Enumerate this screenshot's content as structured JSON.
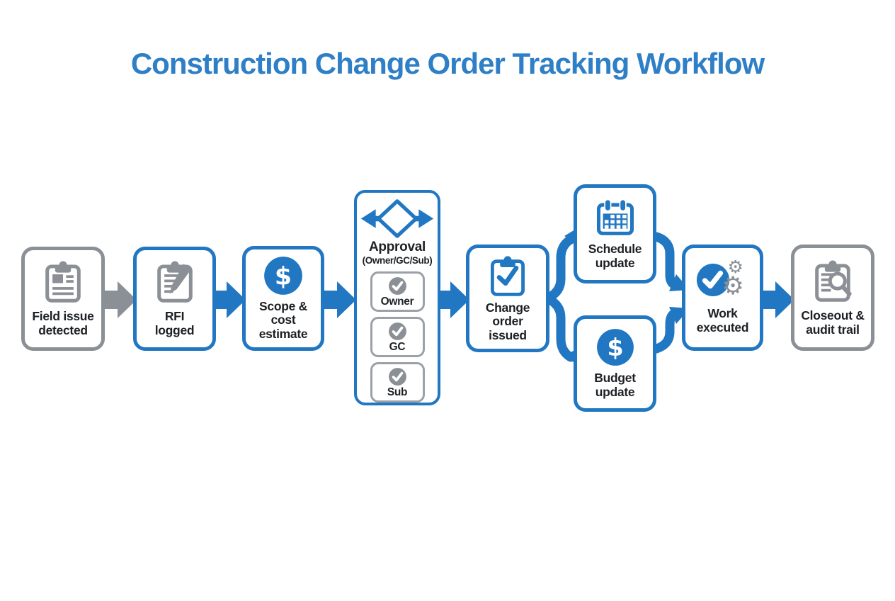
{
  "title": "Construction Change Order Tracking Workflow",
  "colors": {
    "accent_blue": "#2177c2",
    "title_blue": "#2e7fc6",
    "neutral_gray": "#8a9096",
    "text_dark": "#1d2024"
  },
  "nodes": {
    "field_issue": {
      "label": "Field issue\ndetected",
      "icon": "clipboard-document-icon",
      "style": "gray"
    },
    "rfi_logged": {
      "label": "RFI\nlogged",
      "icon": "clipboard-pencil-icon",
      "style": "blue"
    },
    "scope_cost": {
      "label": "Scope &\ncost\nestimate",
      "icon": "dollar-circle-icon",
      "style": "blue"
    },
    "approval": {
      "title": "Approval",
      "subtitle": "(Owner/GC/Sub)",
      "icon": "decision-diamond-icon",
      "options": [
        {
          "label": "Owner",
          "icon": "check-circle-icon"
        },
        {
          "label": "GC",
          "icon": "check-circle-icon"
        },
        {
          "label": "Sub",
          "icon": "check-circle-icon"
        }
      ]
    },
    "change_order": {
      "label": "Change\norder\nissued",
      "icon": "clipboard-check-icon",
      "style": "blue"
    },
    "schedule_update": {
      "label": "Schedule\nupdate",
      "icon": "calendar-icon",
      "style": "blue"
    },
    "budget_update": {
      "label": "Budget\nupdate",
      "icon": "dollar-circle-icon",
      "style": "blue"
    },
    "work_executed": {
      "label": "Work\nexecuted",
      "icon": "check-circle-gears-icon",
      "style": "blue"
    },
    "closeout": {
      "label": "Closeout &\naudit trail",
      "icon": "clipboard-search-icon",
      "style": "gray"
    }
  },
  "connectors": [
    "field-issue-to-rfi",
    "rfi-to-scope",
    "scope-to-approval",
    "approval-to-change-order",
    "change-order-branch-to-schedule",
    "change-order-branch-to-budget",
    "schedule-merge-to-work",
    "budget-merge-to-work",
    "work-to-closeout"
  ]
}
